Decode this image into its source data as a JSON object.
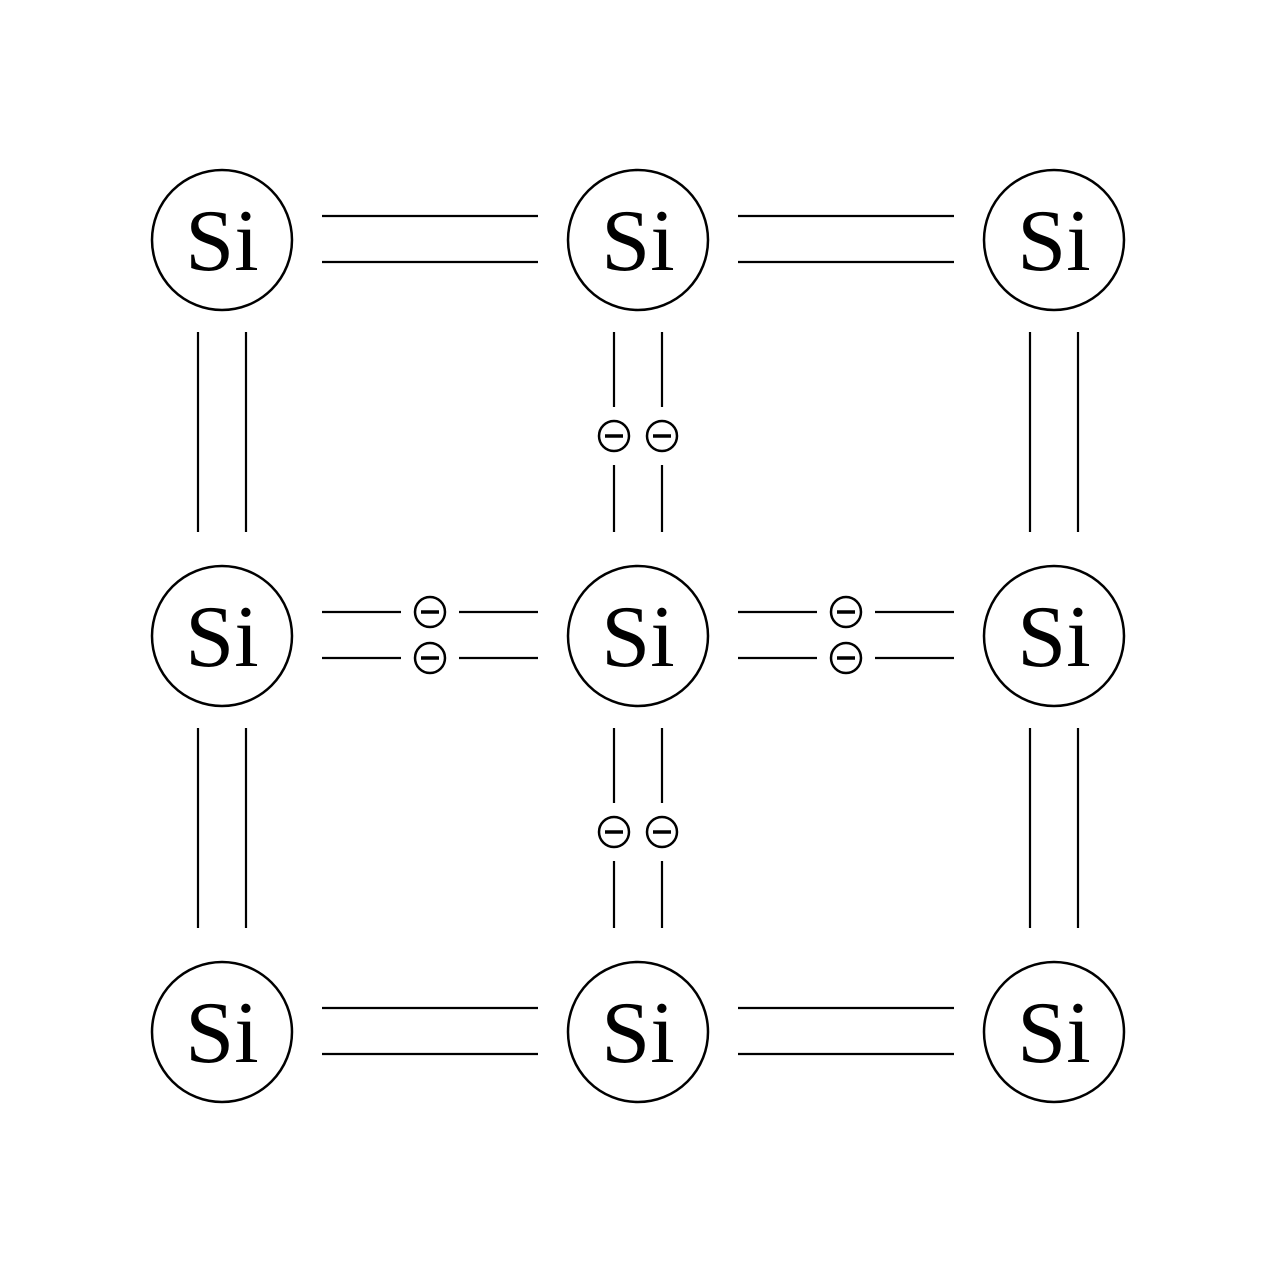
{
  "diagram": {
    "atom_symbol": "Si",
    "grid": {
      "rows": 3,
      "cols": 3
    },
    "atoms": [
      {
        "row": 0,
        "col": 0,
        "label": "Si"
      },
      {
        "row": 0,
        "col": 1,
        "label": "Si"
      },
      {
        "row": 0,
        "col": 2,
        "label": "Si"
      },
      {
        "row": 1,
        "col": 0,
        "label": "Si"
      },
      {
        "row": 1,
        "col": 1,
        "label": "Si"
      },
      {
        "row": 1,
        "col": 2,
        "label": "Si"
      },
      {
        "row": 2,
        "col": 0,
        "label": "Si"
      },
      {
        "row": 2,
        "col": 1,
        "label": "Si"
      },
      {
        "row": 2,
        "col": 2,
        "label": "Si"
      }
    ],
    "bonds": [
      {
        "from": [
          0,
          0
        ],
        "to": [
          0,
          1
        ],
        "type": "double",
        "electrons": false
      },
      {
        "from": [
          0,
          1
        ],
        "to": [
          0,
          2
        ],
        "type": "double",
        "electrons": false
      },
      {
        "from": [
          1,
          0
        ],
        "to": [
          1,
          1
        ],
        "type": "double",
        "electrons": true
      },
      {
        "from": [
          1,
          1
        ],
        "to": [
          1,
          2
        ],
        "type": "double",
        "electrons": true
      },
      {
        "from": [
          2,
          0
        ],
        "to": [
          2,
          1
        ],
        "type": "double",
        "electrons": false
      },
      {
        "from": [
          2,
          1
        ],
        "to": [
          2,
          2
        ],
        "type": "double",
        "electrons": false
      },
      {
        "from": [
          0,
          0
        ],
        "to": [
          1,
          0
        ],
        "type": "double",
        "electrons": false
      },
      {
        "from": [
          1,
          0
        ],
        "to": [
          2,
          0
        ],
        "type": "double",
        "electrons": false
      },
      {
        "from": [
          0,
          1
        ],
        "to": [
          1,
          1
        ],
        "type": "double",
        "electrons": true
      },
      {
        "from": [
          1,
          1
        ],
        "to": [
          2,
          1
        ],
        "type": "double",
        "electrons": true
      },
      {
        "from": [
          0,
          2
        ],
        "to": [
          1,
          2
        ],
        "type": "double",
        "electrons": false
      },
      {
        "from": [
          1,
          2
        ],
        "to": [
          2,
          2
        ],
        "type": "double",
        "electrons": false
      }
    ],
    "electron_symbol": "negative-charge",
    "colors": {
      "line": "#000000",
      "background": "#ffffff"
    }
  }
}
